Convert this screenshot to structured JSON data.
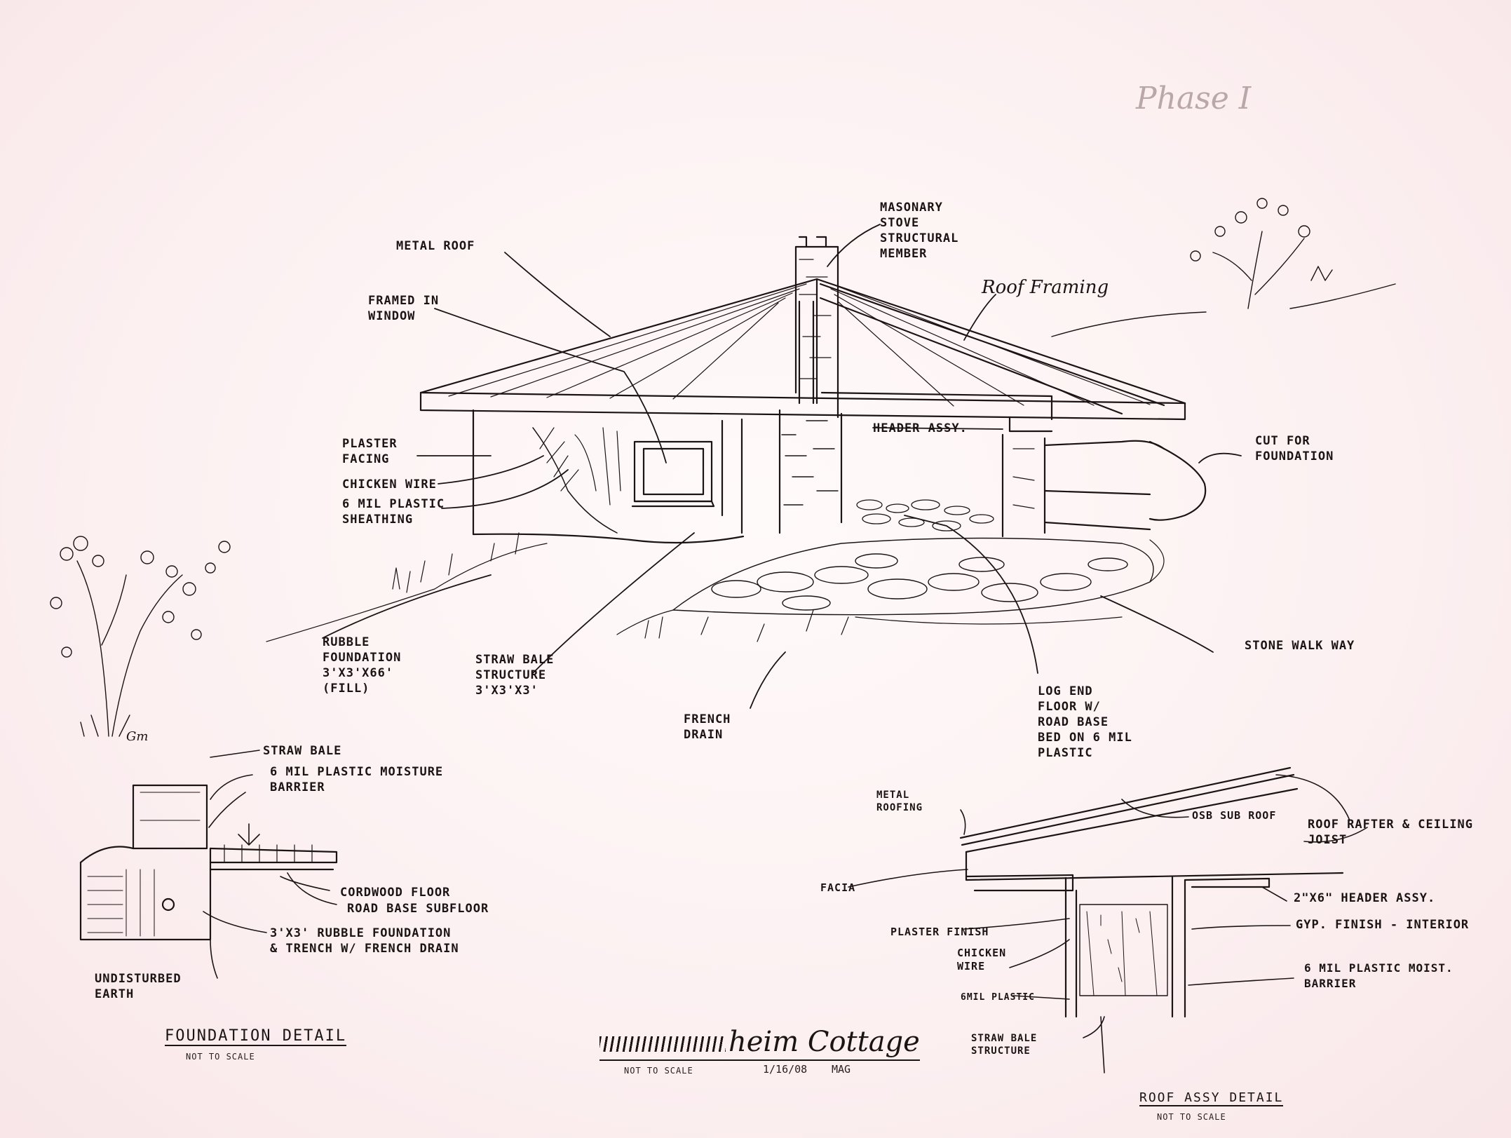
{
  "phase": "Phase I",
  "title": {
    "name": "heim Cottage",
    "scale": "NOT TO SCALE",
    "date": "1/16/08",
    "initials": "MAG"
  },
  "labels": {
    "metal_roof": "METAL ROOF",
    "masonry_stove": "MASONARY\nSTOVE\nSTRUCTURAL\nMEMBER",
    "roof_framing": "Roof Framing",
    "framed_window": "FRAMED IN\nWINDOW",
    "plaster_facing": "PLASTER\nFACING",
    "chicken_wire": "CHICKEN WIRE",
    "plastic_sheathing": "6 MIL PLASTIC\nSHEATHING",
    "header_assy": "HEADER ASSY.",
    "cut_foundation": "CUT FOR\nFOUNDATION",
    "rubble_foundation": "RUBBLE\nFOUNDATION\n3'X3'X66'\n(FILL)",
    "straw_bale_structure": "STRAW BALE\nSTRUCTURE\n3'X3'X3'",
    "french_drain": "FRENCH\nDRAIN",
    "stone_walkway": "STONE WALK WAY",
    "log_end_floor": "LOG END\nFLOOR W/\nROAD BASE\nBED ON 6 MIL\nPLASTIC",
    "strub": "Gm"
  },
  "foundation_detail": {
    "title": "FOUNDATION DETAIL",
    "scale": "NOT TO SCALE",
    "straw_bale": "STRAW BALE",
    "moisture_barrier": "6 MIL PLASTIC MOISTURE\nBARRIER",
    "cordwood_floor": "CORDWOOD FLOOR",
    "road_base": "ROAD BASE SUBFLOOR",
    "rubble": "3'X3' RUBBLE FOUNDATION\n& TRENCH W/ FRENCH DRAIN",
    "earth": "UNDISTURBED\nEARTH"
  },
  "roof_detail": {
    "title": "ROOF ASSY DETAIL",
    "scale": "NOT TO SCALE",
    "metal_roofing": "METAL\nROOFING",
    "osb": "OSB SUB ROOF",
    "rafter": "ROOF RAFTER & CEILING\nJOIST",
    "facia": "FACIA",
    "header": "2\"X6\" HEADER ASSY.",
    "plaster_finish": "PLASTER FINISH",
    "gyp": "GYP. FINISH - INTERIOR",
    "chicken": "CHICKEN\nWIRE",
    "plastic": "6MIL PLASTIC",
    "moist": "6 MIL PLASTIC MOIST.\nBARRIER",
    "straw": "STRAW BALE\nSTRUCTURE"
  }
}
